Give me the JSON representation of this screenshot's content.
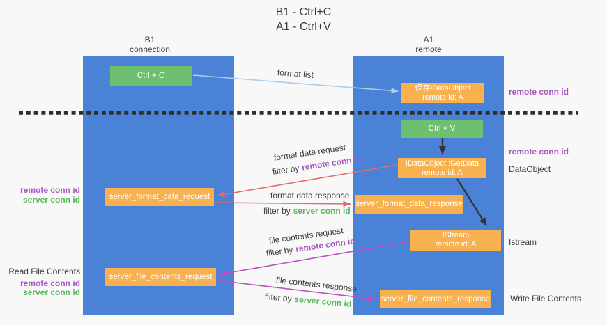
{
  "title": {
    "line1": "B1 - Ctrl+C",
    "line2": "A1 - Ctrl+V"
  },
  "lanes": {
    "left": {
      "name": "B1",
      "subtitle": "connection"
    },
    "right": {
      "name": "A1",
      "subtitle": "remote"
    }
  },
  "boxes": {
    "ctrl_c": {
      "label": "Ctrl + C"
    },
    "save_idataobject": {
      "line1": "保存IDataObject",
      "line2": "remote id: A"
    },
    "ctrl_v": {
      "label": "Ctrl + V"
    },
    "getdata": {
      "line1": "IDataObject::GetData",
      "line2": "remote id: A"
    },
    "format_request": {
      "label": "server_format_data_request"
    },
    "format_response": {
      "label": "server_format_data_response"
    },
    "istream": {
      "line1": "IStream",
      "line2": "remote id: A"
    },
    "file_request": {
      "label": "server_file_contents_request"
    },
    "file_response": {
      "label": "server_file_contents_response"
    }
  },
  "arrow_labels": {
    "format_list": "format list",
    "format_data_request": "format data request",
    "format_data_response": "format data response",
    "file_contents_request": "file contents request",
    "file_contents_response": "file contents response",
    "filter_by": "filter by",
    "remote_conn_id": "remote conn id",
    "server_conn_id": "server conn id"
  },
  "side_labels": {
    "remote_conn_id": "remote conn id",
    "server_conn_id": "server conn id",
    "dataobject": "DataObject",
    "istream": "Istream",
    "read_file_contents": "Read File Contents",
    "write_file_contents": "Write File Contents"
  },
  "colors": {
    "background": "#f8f8f8",
    "lane_blue": "#4a82d8",
    "box_orange": "#f9b04e",
    "box_green": "#6fbf70",
    "arrow_lightblue": "#a9cdee",
    "arrow_salmon": "#e06c6c",
    "arrow_magenta": "#bb4fc4",
    "arrow_black": "#333333",
    "separator_dark": "#2e2e2e",
    "text_dark": "#3b3b3b",
    "conn_purple": "#a855c2",
    "conn_green": "#5cb85c"
  }
}
